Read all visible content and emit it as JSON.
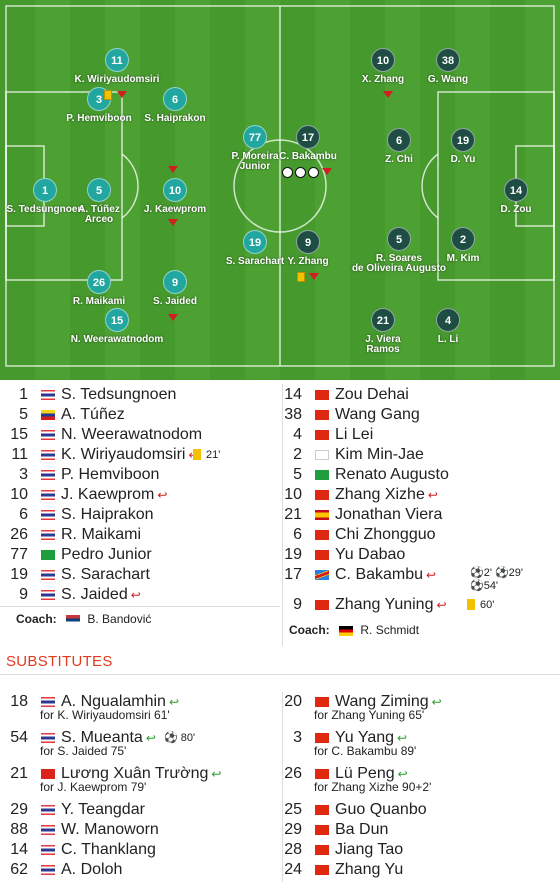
{
  "colors": {
    "pitch": "#4da133",
    "home": "#22a6a0",
    "away": "#1e4d44",
    "accent": "#e23a1c"
  },
  "pitch_players": [
    {
      "num": "11",
      "name": "K. Wiriyaudomsiri",
      "side": "home"
    },
    {
      "num": "3",
      "name": "P. Hemviboon",
      "side": "home"
    },
    {
      "num": "6",
      "name": "S. Haiprakon",
      "side": "home"
    },
    {
      "num": "1",
      "name": "S. Tedsungnoen",
      "side": "home"
    },
    {
      "num": "5",
      "name": "A. Túñez\nArceo",
      "side": "home"
    },
    {
      "num": "10",
      "name": "J. Kaewprom",
      "side": "home"
    },
    {
      "num": "77",
      "name": "P. Moreira\nJunior",
      "side": "home"
    },
    {
      "num": "19",
      "name": "S. Sarachart",
      "side": "home"
    },
    {
      "num": "26",
      "name": "R. Maikami",
      "side": "home"
    },
    {
      "num": "9",
      "name": "S. Jaided",
      "side": "home"
    },
    {
      "num": "15",
      "name": "N. Weerawatnodom",
      "side": "home"
    },
    {
      "num": "17",
      "name": "C. Bakambu",
      "side": "away"
    },
    {
      "num": "9",
      "name": "Y. Zhang",
      "side": "away"
    },
    {
      "num": "10",
      "name": "X. Zhang",
      "side": "away"
    },
    {
      "num": "38",
      "name": "G. Wang",
      "side": "away"
    },
    {
      "num": "6",
      "name": "Z. Chi",
      "side": "away"
    },
    {
      "num": "19",
      "name": "D. Yu",
      "side": "away"
    },
    {
      "num": "14",
      "name": "D. Zou",
      "side": "away"
    },
    {
      "num": "5",
      "name": "R. Soares\nde Oliveira Augusto",
      "side": "away"
    },
    {
      "num": "2",
      "name": "M. Kim",
      "side": "away"
    },
    {
      "num": "21",
      "name": "J. Viera\nRamos",
      "side": "away"
    },
    {
      "num": "4",
      "name": "L. Li",
      "side": "away"
    }
  ],
  "home_lineup": [
    {
      "num": "1",
      "flag": "th",
      "name": "S. Tedsungnoen"
    },
    {
      "num": "5",
      "flag": "ve",
      "name": "A. Túñez"
    },
    {
      "num": "15",
      "flag": "th",
      "name": "N. Weerawatnodom"
    },
    {
      "num": "11",
      "flag": "th",
      "name": "K. Wiriyaudomsiri",
      "sub": true,
      "card": "21'"
    },
    {
      "num": "3",
      "flag": "th",
      "name": "P. Hemviboon"
    },
    {
      "num": "10",
      "flag": "th",
      "name": "J. Kaewprom",
      "sub": true
    },
    {
      "num": "6",
      "flag": "th",
      "name": "S. Haiprakon"
    },
    {
      "num": "26",
      "flag": "th",
      "name": "R. Maikami"
    },
    {
      "num": "77",
      "flag": "br",
      "name": "Pedro Junior"
    },
    {
      "num": "19",
      "flag": "th",
      "name": "S. Sarachart"
    },
    {
      "num": "9",
      "flag": "th",
      "name": "S. Jaided",
      "sub": true
    }
  ],
  "home_coach": {
    "label": "Coach:",
    "name": "B. Bandović"
  },
  "away_lineup": [
    {
      "num": "14",
      "flag": "cn",
      "name": "Zou Dehai"
    },
    {
      "num": "38",
      "flag": "cn",
      "name": "Wang Gang"
    },
    {
      "num": "4",
      "flag": "cn",
      "name": "Li Lei"
    },
    {
      "num": "2",
      "flag": "kr",
      "name": "Kim Min-Jae"
    },
    {
      "num": "5",
      "flag": "br",
      "name": "Renato Augusto"
    },
    {
      "num": "10",
      "flag": "cn",
      "name": "Zhang Xizhe",
      "sub": true
    },
    {
      "num": "21",
      "flag": "es",
      "name": "Jonathan Viera"
    },
    {
      "num": "6",
      "flag": "cn",
      "name": "Chi Zhongguo"
    },
    {
      "num": "19",
      "flag": "cn",
      "name": "Yu Dabao"
    },
    {
      "num": "17",
      "flag": "cd",
      "name": "C. Bakambu",
      "sub": true,
      "goals": "2'  29'\n54'"
    },
    {
      "num": "9",
      "flag": "cn",
      "name": "Zhang Yuning",
      "sub": true,
      "card": "60'"
    }
  ],
  "away_coach": {
    "label": "Coach:",
    "name": "R. Schmidt"
  },
  "subs_title": "SUBSTITUTES",
  "home_subs": [
    {
      "num": "18",
      "flag": "th",
      "name": "A. Ngualamhin",
      "for": "for K. Wiriyaudomsiri 61'"
    },
    {
      "num": "54",
      "flag": "th",
      "name": "S. Mueanta",
      "for": "for S. Jaided 75'",
      "goal": "80'"
    },
    {
      "num": "21",
      "flag": "vn",
      "name": "Lương Xuân Trường",
      "for": "for J. Kaewprom 79'"
    },
    {
      "num": "29",
      "flag": "th",
      "name": "Y. Teangdar"
    },
    {
      "num": "88",
      "flag": "th",
      "name": "W. Manoworn"
    },
    {
      "num": "14",
      "flag": "th",
      "name": "C. Thanklang"
    },
    {
      "num": "62",
      "flag": "th",
      "name": "A. Doloh"
    }
  ],
  "away_subs": [
    {
      "num": "20",
      "flag": "cn",
      "name": "Wang Ziming",
      "for": "for Zhang Yuning 65'"
    },
    {
      "num": "3",
      "flag": "cn",
      "name": "Yu Yang",
      "for": "for C. Bakambu 89'"
    },
    {
      "num": "26",
      "flag": "cn",
      "name": "Lü Peng",
      "for": "for Zhang Xizhe 90+2'"
    },
    {
      "num": "25",
      "flag": "cn",
      "name": "Guo Quanbo"
    },
    {
      "num": "29",
      "flag": "cn",
      "name": "Ba Dun"
    },
    {
      "num": "28",
      "flag": "cn",
      "name": "Jiang Tao"
    },
    {
      "num": "24",
      "flag": "cn",
      "name": "Zhang Yu"
    }
  ]
}
